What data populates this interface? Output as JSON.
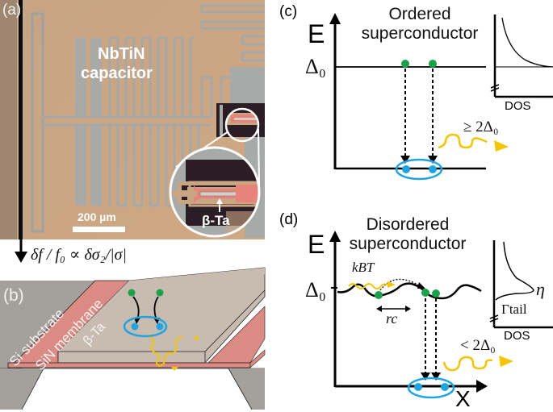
{
  "figure": {
    "panels": {
      "a": {
        "label": "(a)",
        "device_label_line1": "NbTiN",
        "device_label_line2": "capacitor",
        "inset_label": "β-Ta",
        "scale_bar": "200 µm",
        "readout_formula": "δf / f₀ ∝ δσ₂/|σ|"
      },
      "b": {
        "label": "(b)",
        "layer_labels": [
          "Si substrate",
          "SiN membrane",
          "β-Ta"
        ]
      },
      "c": {
        "label": "(c)",
        "title_line1": "Ordered",
        "title_line2": "superconductor",
        "axis_y": "E",
        "gap_label": "Δ₀",
        "dos_label": "DOS",
        "emission_label": "≥ 2Δ₀"
      },
      "d": {
        "label": "(d)",
        "title_line1": "Disordered",
        "title_line2": "superconductor",
        "axis_y": "E",
        "axis_x": "X",
        "gap_label": "Δ₀",
        "thermal_label": "kBT",
        "correlation_label": "rc",
        "dos_label": "DOS",
        "dos_peak_label": "η",
        "dos_tail_label": "Γtail",
        "emission_label": "< 2Δ₀"
      }
    },
    "colors": {
      "photo_bg": "#c9a583",
      "nbtin_lines": "#a9aaa8",
      "beta_ta": "#e8837b",
      "dark_substrate": "#2a1d24",
      "si_gray": "#a4a09c",
      "sin_pink": "#dc8a84",
      "ta_beige": "#c8bcb0",
      "quasiparticle_green": "#1aa24a",
      "cooper_pair_blue": "#1ea4e0",
      "phonon_yellow": "#f5c400"
    }
  }
}
